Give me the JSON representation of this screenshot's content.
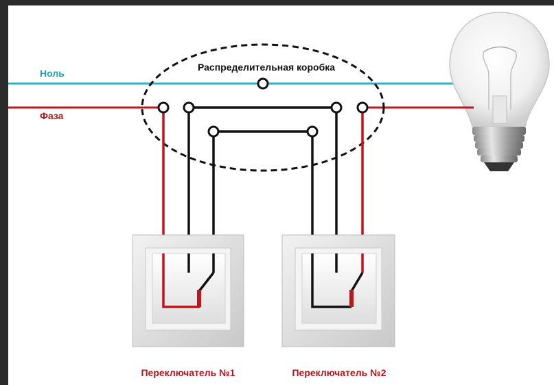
{
  "labels": {
    "neutral": "Ноль",
    "phase": "Фаза",
    "junction_box": "Распределительная коробка",
    "switch1": "Переключатель №1",
    "switch2": "Переключатель №2"
  },
  "colors": {
    "neutral_wire": "#2ab0c8",
    "phase_wire": "#c0141c",
    "switch_wire": "#111111",
    "neutral_label": "#1aa0bb",
    "phase_label": "#b0141c",
    "caption": "#b0141c",
    "background_frame": "#2b2b2b",
    "canvas": "#ffffff"
  },
  "icons": {
    "bulb": "light-bulb-icon",
    "switch": "rocker-switch-icon"
  }
}
